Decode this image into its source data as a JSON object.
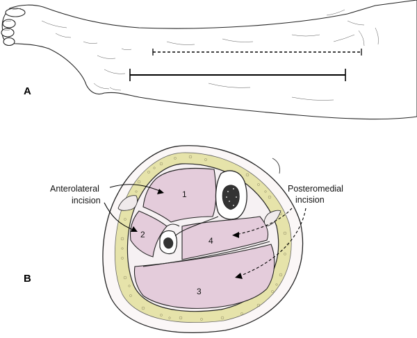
{
  "panels": {
    "a_label": "A",
    "b_label": "B"
  },
  "callouts": {
    "anterolateral": [
      "Anterolateral",
      "incision"
    ],
    "posteromedial": [
      "Posteromedial",
      "incision"
    ]
  },
  "compartments": {
    "c1": "1",
    "c2": "2",
    "c3": "3",
    "c4": "4"
  },
  "colors": {
    "compartment_fill": "#e4ccdb",
    "fat_layer": "#e6e3aa",
    "fascia": "#f6f1f3",
    "bone": "#ffffff",
    "line": "#222222"
  }
}
